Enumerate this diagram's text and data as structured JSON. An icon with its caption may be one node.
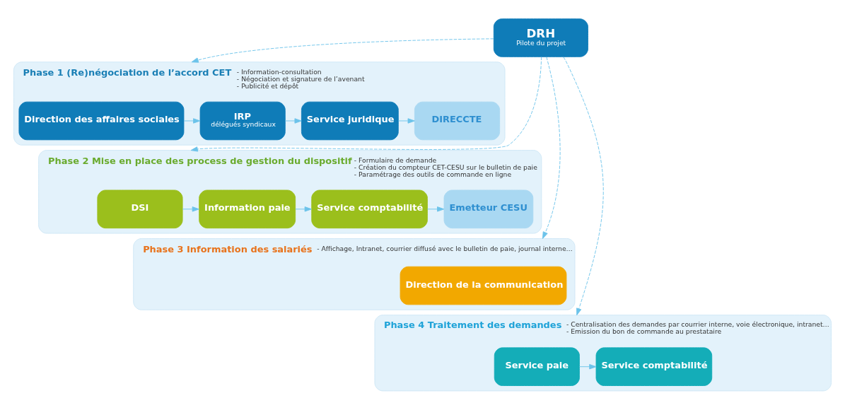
{
  "diagram": {
    "nodes": [
      {
        "text": [
          "DRH",
          "Pilote du projet"
        ]
      },
      {
        "text": [
          "Phase 1 (Re)négociation de l’accord CET",
          "- Information-consultation",
          "- Négociation et signature de l’avenant",
          "- Publicité et dépôt"
        ]
      },
      {
        "text": [
          "Direction des affaires sociales"
        ],
        "in": 1
      },
      {
        "text": [
          "IRP",
          "délégués syndicaux"
        ],
        "in": 1
      },
      {
        "text": [
          "Service juridique"
        ],
        "in": 1
      },
      {
        "text": [
          "DIRECCTE"
        ],
        "in": 1
      },
      {
        "text": [
          "Phase 2 Mise en place des process de gestion du dispositif",
          "- Formulaire de demande",
          "- Création du compteur CET-CESU sur le bulletin de paie",
          "- Paramétrage des outils de commande en ligne"
        ]
      },
      {
        "text": [
          "DSI"
        ],
        "in": 6
      },
      {
        "text": [
          "Information paie"
        ],
        "in": 6
      },
      {
        "text": [
          "Service comptabilité"
        ],
        "in": 6
      },
      {
        "text": [
          "Emetteur CESU"
        ],
        "in": 6
      },
      {
        "text": [
          "Phase 3 Information des salariés",
          "- Affichage, Intranet, courrier diffusé avec le bulletin de paie, journal interne…"
        ]
      },
      {
        "text": [
          "Direction de la communication"
        ],
        "in": 11
      },
      {
        "text": [
          "Phase 4 Traitement des demandes",
          "- Centralisation des demandes par courrier interne, voie électronique, intranet…",
          "- Emission du bon de commande au prestataire"
        ]
      },
      {
        "text": [
          "Service paie"
        ],
        "in": 13
      },
      {
        "text": [
          "Service comptabilité"
        ],
        "in": 13
      }
    ],
    "edges": [
      {
        "from": 0,
        "to": 1,
        "arrow": "to",
        "style": "dashed"
      },
      {
        "from": 0,
        "to": 6,
        "arrow": "to",
        "style": "dashed"
      },
      {
        "from": 0,
        "to": 11,
        "arrow": "to",
        "style": "dashed"
      },
      {
        "from": 0,
        "to": 13,
        "arrow": "to",
        "style": "dashed"
      },
      {
        "from": 2,
        "to": 3,
        "arrow": "to"
      },
      {
        "from": 3,
        "to": 4,
        "arrow": "to"
      },
      {
        "from": 4,
        "to": 5,
        "arrow": "to"
      },
      {
        "from": 7,
        "to": 8,
        "arrow": "to"
      },
      {
        "from": 8,
        "to": 9,
        "arrow": "to"
      },
      {
        "from": 9,
        "to": 10,
        "arrow": "to"
      },
      {
        "from": 14,
        "to": 15,
        "arrow": "to"
      }
    ]
  }
}
